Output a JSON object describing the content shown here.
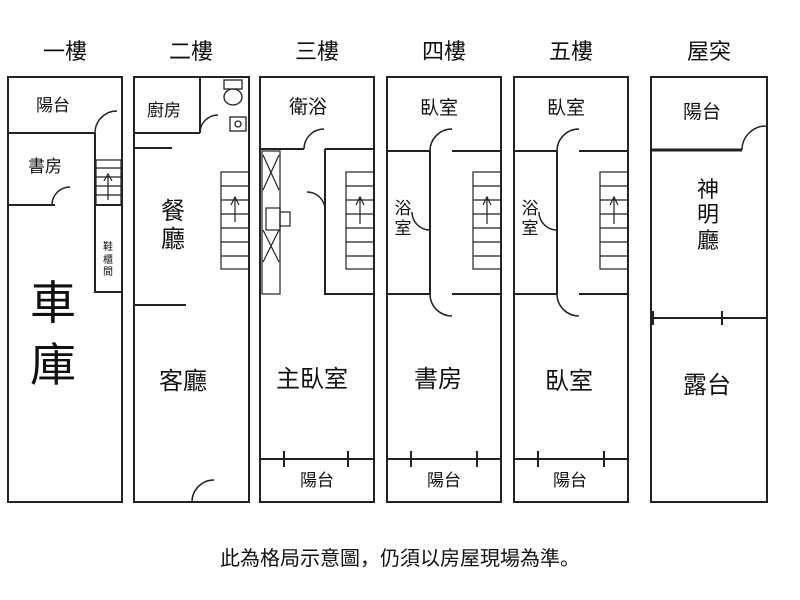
{
  "floors": [
    {
      "title": "一樓",
      "rooms": {
        "balcony": "陽台",
        "study": "書房",
        "garage": "車 庫",
        "shoe_closet": "鞋 櫃 間"
      }
    },
    {
      "title": "二樓",
      "rooms": {
        "kitchen": "廚房",
        "dining": "餐 廳",
        "living": "客廳"
      }
    },
    {
      "title": "三樓",
      "rooms": {
        "bath": "衛浴",
        "master_bedroom": "主臥室",
        "balcony": "陽台"
      }
    },
    {
      "title": "四樓",
      "rooms": {
        "bedroom": "臥室",
        "bath": "浴 室",
        "study": "書房",
        "balcony": "陽台"
      }
    },
    {
      "title": "五樓",
      "rooms": {
        "bedroom_top": "臥室",
        "bath": "浴 室",
        "bedroom_main": "臥室",
        "balcony": "陽台"
      }
    },
    {
      "title": "屋突",
      "rooms": {
        "balcony": "陽台",
        "shrine": "神 明 廳",
        "terrace": "露台"
      }
    }
  ],
  "note": "此為格局示意圖，仍須以房屋現場為準。"
}
